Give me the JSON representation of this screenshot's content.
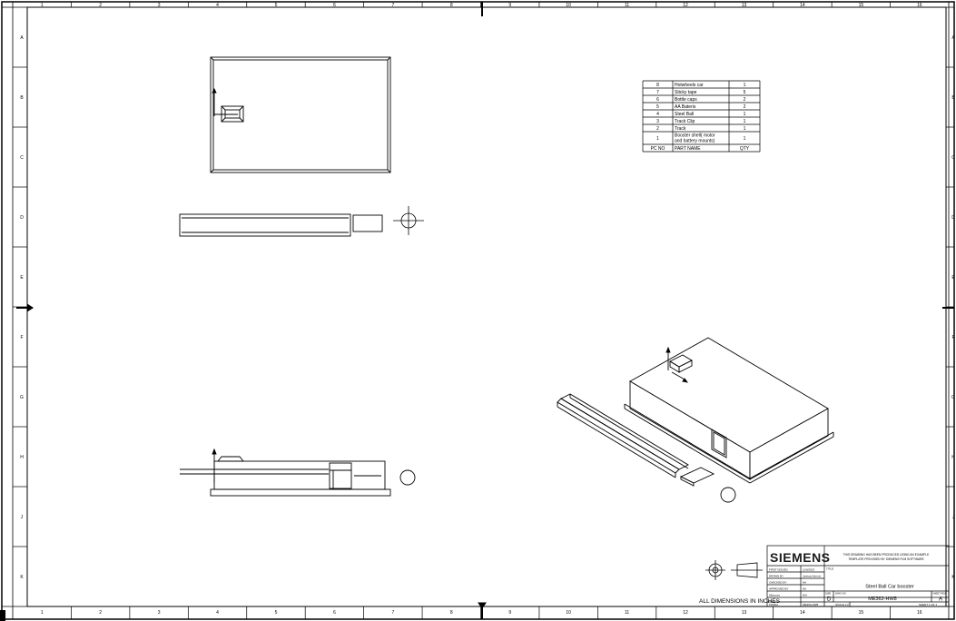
{
  "zone_columns": [
    "1",
    "2",
    "3",
    "4",
    "5",
    "6",
    "7",
    "8",
    "9",
    "10",
    "11",
    "12",
    "13",
    "14",
    "15",
    "16"
  ],
  "zone_rows": [
    "A",
    "B",
    "C",
    "D",
    "E",
    "F",
    "G",
    "H",
    "J",
    "K"
  ],
  "parts_list": {
    "header": {
      "pc_no": "PC NO",
      "part_name": "PART NAME",
      "qty": "QTY"
    },
    "rows": [
      {
        "pc_no": "8",
        "part_name": "Hotwheels car",
        "qty": "1"
      },
      {
        "pc_no": "7",
        "part_name": "Sticky tape",
        "qty": "5"
      },
      {
        "pc_no": "6",
        "part_name": "Bottle caps",
        "qty": "2"
      },
      {
        "pc_no": "5",
        "part_name": "AA Bateris",
        "qty": "2"
      },
      {
        "pc_no": "4",
        "part_name": "Steel Ball",
        "qty": "1"
      },
      {
        "pc_no": "3",
        "part_name": "Track Clip",
        "qty": "1"
      },
      {
        "pc_no": "2",
        "part_name": "Track",
        "qty": "1"
      },
      {
        "pc_no": "1",
        "part_name": "Booster shell( motor and battery mounts)",
        "part_name_line1": "Booster shell( motor",
        "part_name_line2": "and battery mounts)",
        "qty": "1"
      }
    ]
  },
  "dimensions_note": "ALL DIMENSIONS IN INCHES",
  "title_block": {
    "logo": "SIEMENS",
    "notice_line1": "THIS DRAWING HAS BEEN PRODUCED USING AN EXAMPLE",
    "notice_line2": "TEMPLATE PROVIDED BY SIEMENS PLM SOFTWARE",
    "first_issued_label": "FIRST ISSUED",
    "first_issued_value": "11/9/2023",
    "drawn_by_label": "DRAWN BY",
    "drawn_by_value": "Joshua Hermiz",
    "checked_by_label": "CHECKED BY",
    "checked_by_value": "NA",
    "approved_by_label": "APPROVED BY",
    "approved_by_value": "NA",
    "material_label": "Siliconex",
    "material_value": "N/A",
    "finish_label": "FINISH",
    "finish_value": "ME362-HW8",
    "title_label": "TITLE",
    "title_value": "Steel Ball Car booster",
    "size_label": "SIZE",
    "size_value": "D",
    "dwg_no_label": "DWG NO",
    "dwg_no_value": "ME362-HW8",
    "rev_label": "SHEET REV",
    "rev_value": "A",
    "scale_label": "SCALE 1:2",
    "sheet_label": "SHEET 1 OF 1"
  }
}
